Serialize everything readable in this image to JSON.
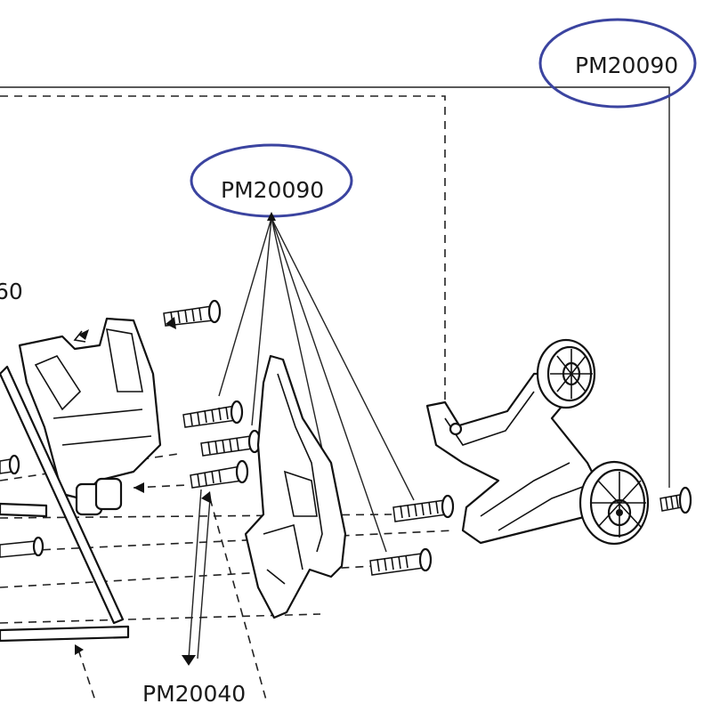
{
  "labels": {
    "top_right": "PM20090",
    "middle": "PM20090",
    "bottom": "PM20040",
    "left_partial": "60"
  },
  "colors": {
    "highlight_ring": "#3b44a0",
    "line": "#111111",
    "background": "#ffffff"
  }
}
